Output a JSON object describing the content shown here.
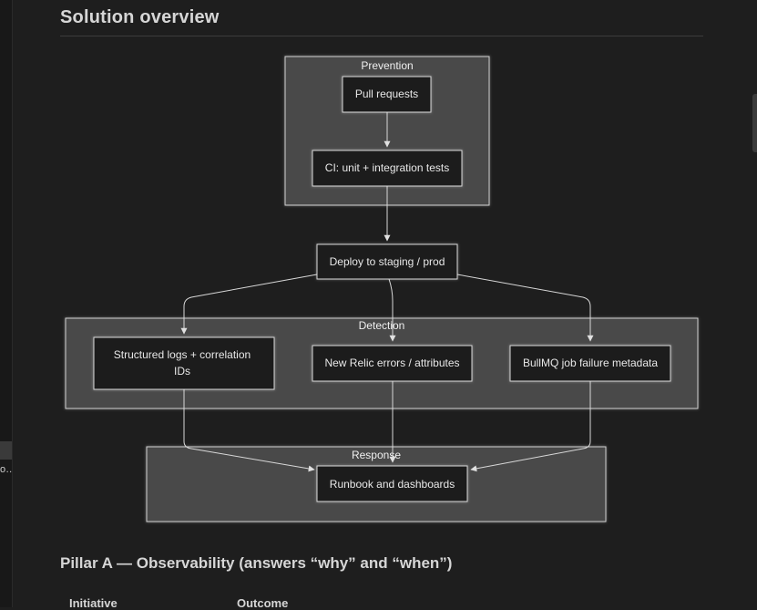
{
  "page": {
    "title": "Solution overview",
    "section_heading": "Pillar A — Observability (answers “why” and “when”)",
    "table_headers": [
      "Initiative",
      "Outcome"
    ],
    "sidebar_item_truncated": "o…"
  },
  "diagram": {
    "groups": {
      "prevention": "Prevention",
      "detection": "Detection",
      "response": "Response"
    },
    "nodes": {
      "pull_requests": "Pull requests",
      "ci_tests": "CI: unit + integration tests",
      "deploy": "Deploy to staging / prod",
      "structured_logs_line1": "Structured logs + correlation",
      "structured_logs_line2": "IDs",
      "new_relic": "New Relic errors / attributes",
      "bullmq": "BullMQ job failure metadata",
      "runbook": "Runbook and dashboards"
    }
  },
  "colors": {
    "background": "#1e1e1e",
    "group_fill": "#4a4a4a",
    "node_fill": "#1f1f1f",
    "stroke": "#d8d8d8"
  }
}
